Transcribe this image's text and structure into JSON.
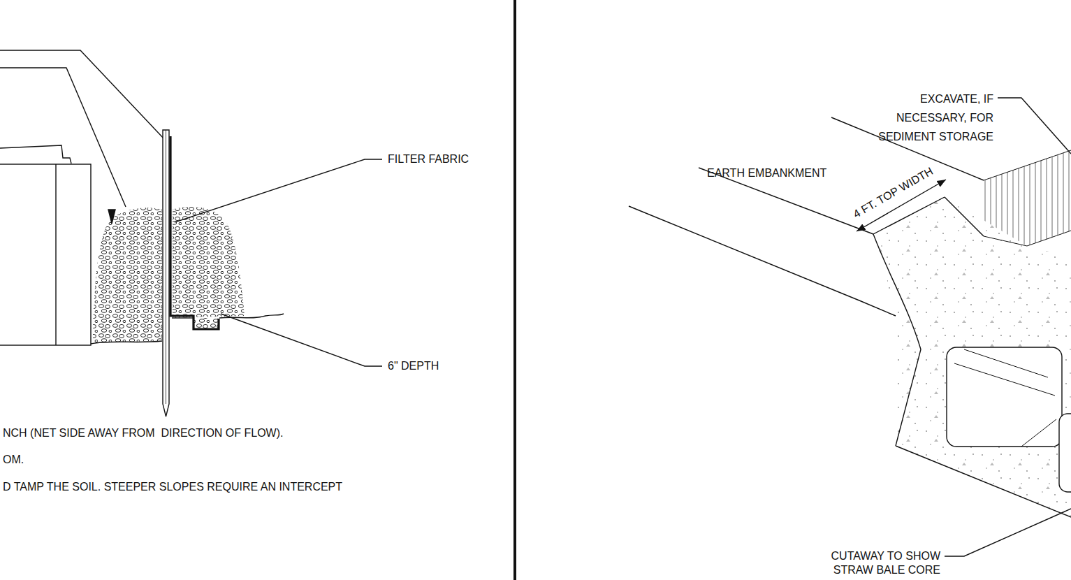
{
  "diagram": {
    "labels": [
      "FILTER FABRIC",
      "6\" DEPTH",
      "NCH (NET SIDE AWAY FROM  DIRECTION OF FLOW).",
      "OM.",
      "D TAMP THE SOIL. STEEPER SLOPES REQUIRE AN INTERCEPT",
      "EXCAVATE, IF NECESSARY, FOR SEDIMENT STORAGE",
      "EARTH EMBANKMENT",
      "4 FT. TOP WIDTH",
      "CUTAWAY TO SHOW STRAW BALE CORE"
    ]
  }
}
